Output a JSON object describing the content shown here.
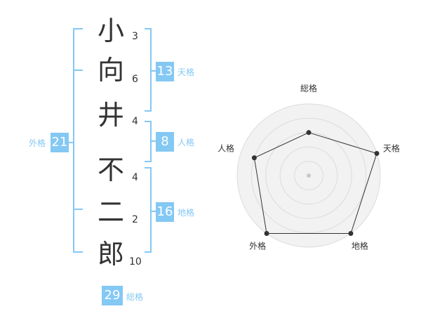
{
  "name": {
    "chars": [
      {
        "kanji": "小",
        "strokes": "3"
      },
      {
        "kanji": "向",
        "strokes": "6"
      },
      {
        "kanji": "井",
        "strokes": "4"
      },
      {
        "kanji": "不",
        "strokes": "4"
      },
      {
        "kanji": "二",
        "strokes": "2"
      },
      {
        "kanji": "郎",
        "strokes": "10"
      }
    ]
  },
  "fortunes": {
    "tenkaku": {
      "value": "13",
      "label": "天格"
    },
    "jinkaku": {
      "value": "8",
      "label": "人格"
    },
    "chikaku": {
      "value": "16",
      "label": "地格"
    },
    "gaikaku": {
      "value": "21",
      "label": "外格"
    },
    "soukaku": {
      "value": "29",
      "label": "総格"
    }
  },
  "colors": {
    "accent": "#84c8f4",
    "text": "#333333"
  },
  "chart_data": {
    "type": "radar",
    "axes": [
      "総格",
      "天格",
      "地格",
      "外格",
      "人格"
    ],
    "values": [
      3,
      5,
      5,
      5,
      4
    ],
    "range": [
      0,
      5
    ],
    "grid": true
  }
}
